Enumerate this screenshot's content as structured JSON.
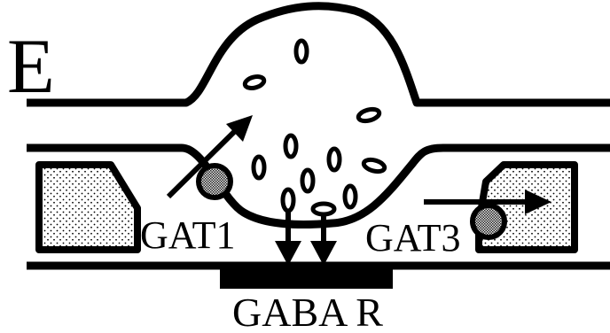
{
  "panel": {
    "letter": "E"
  },
  "labels": {
    "transporter_1": "GAT1",
    "transporter_3": "GAT3",
    "receptor": "GABA R"
  },
  "colors": {
    "ink": "#000000",
    "background": "#ffffff",
    "stipple": "#000000"
  }
}
